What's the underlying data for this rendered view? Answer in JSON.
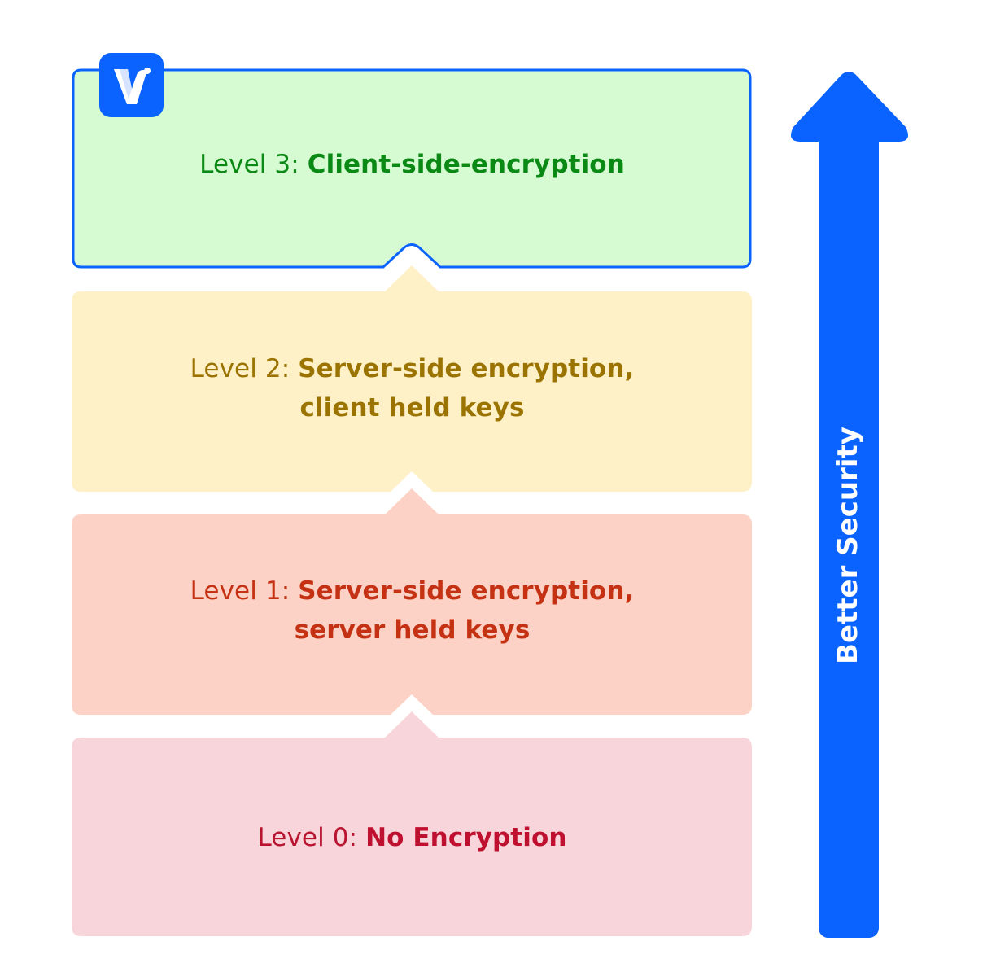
{
  "levels": [
    {
      "id": "level-0",
      "prefix": "Level 0: ",
      "title_line1": "No Encryption",
      "title_line2": "",
      "colors": {
        "fill": "#f8d5da",
        "text": "#c0102f",
        "prefix": "#b8142f"
      }
    },
    {
      "id": "level-1",
      "prefix": "Level 1: ",
      "title_line1": "Server-side encryption,",
      "title_line2": "server held keys",
      "colors": {
        "fill": "#fdd2c6",
        "text": "#c53213",
        "prefix": "#c53213"
      }
    },
    {
      "id": "level-2",
      "prefix": "Level 2: ",
      "title_line1": "Server-side encryption,",
      "title_line2": "client held keys",
      "colors": {
        "fill": "#fef1c8",
        "text": "#9a7300",
        "prefix": "#9a7300"
      }
    },
    {
      "id": "level-3",
      "prefix": "Level 3: ",
      "title_line1": "Client-side-encryption",
      "title_line2": "",
      "colors": {
        "fill": "#d6fbd2",
        "text": "#0a8a14",
        "prefix": "#0a8a14",
        "border": "#0a63ff"
      }
    }
  ],
  "arrow": {
    "label": "Better Security",
    "color": "#0a63ff",
    "icon": "arrow-up-icon"
  },
  "logo": {
    "icon": "app-logo-v-icon",
    "letter": "V",
    "color": "#0a63ff"
  }
}
